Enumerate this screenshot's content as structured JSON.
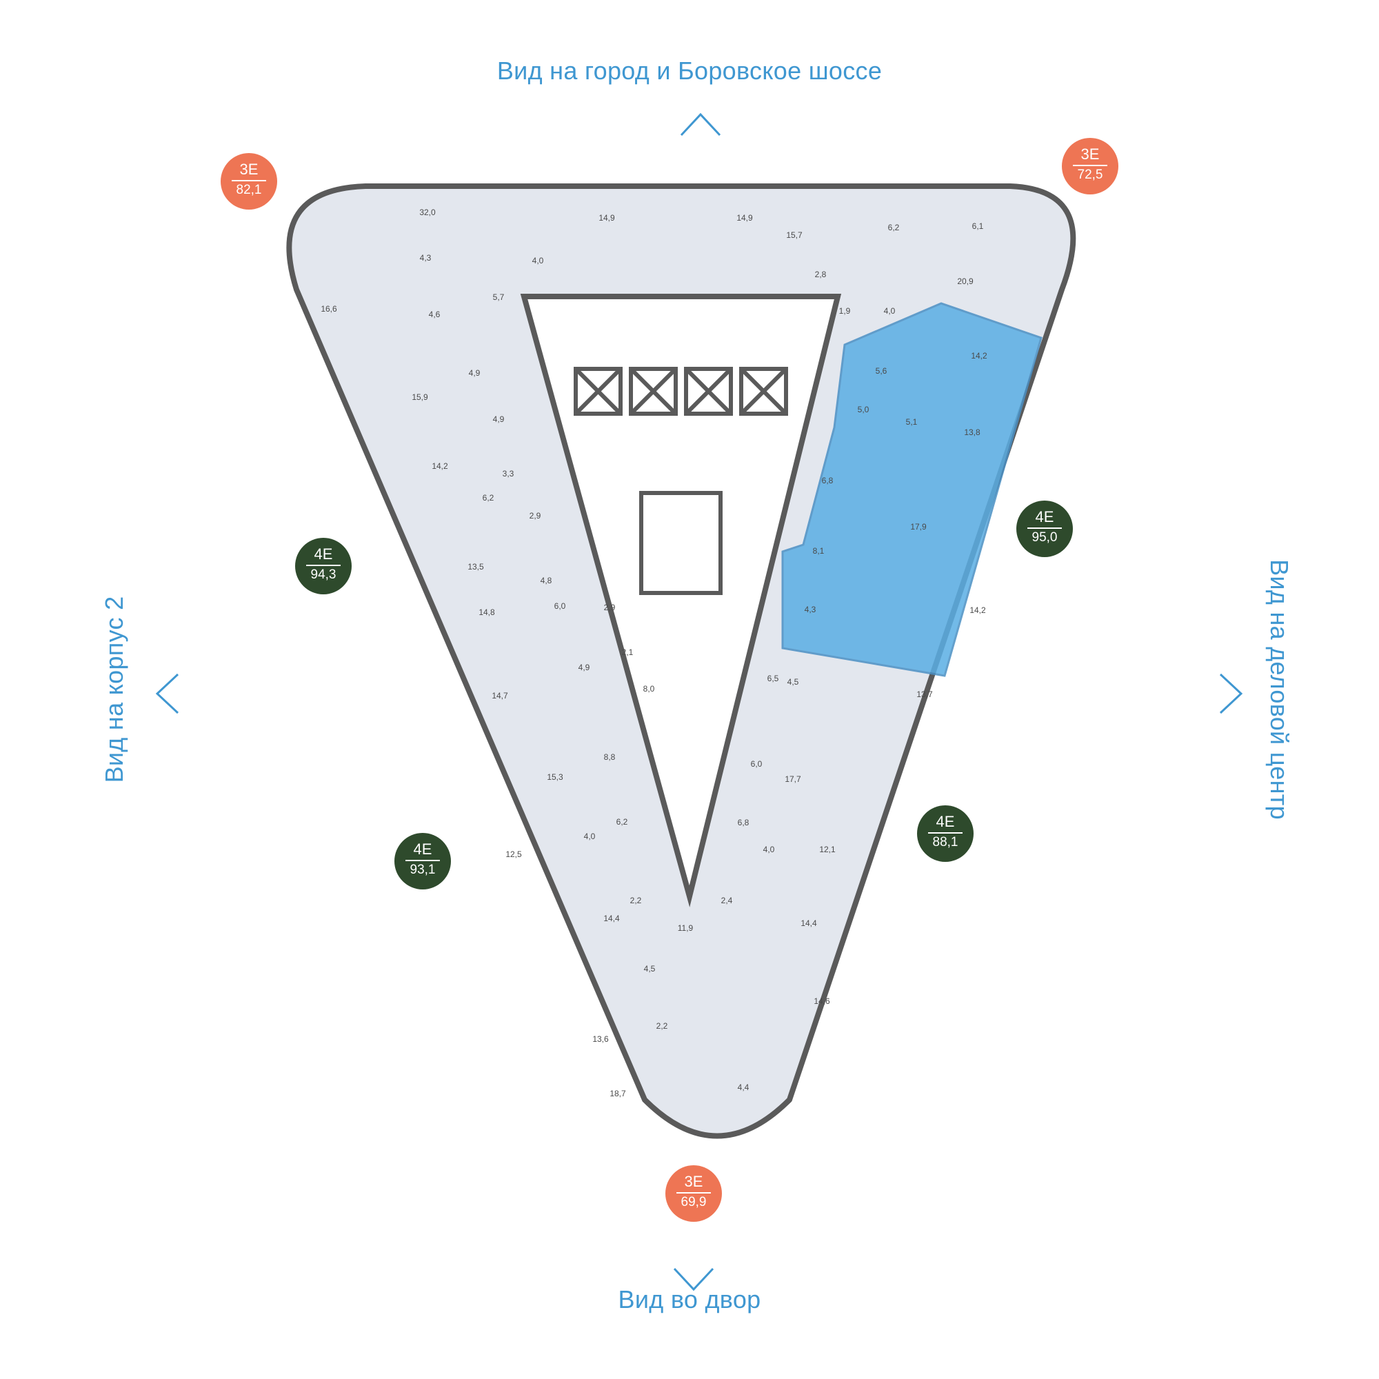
{
  "views": {
    "top": "Вид на город и Боровское шоссе",
    "bottom": "Вид во двор",
    "left": "Вид на корпус 2",
    "right": "Вид на деловой центр"
  },
  "colors": {
    "accent_blue": "#3f97d1",
    "badge_orange": "#ee7554",
    "badge_green": "#2e4a2c",
    "selected_unit": "#5aaee4",
    "floor_fill": "#e3e7ee",
    "wall": "#5a5a5a"
  },
  "icons": [
    "chevron-up-icon",
    "chevron-down-icon",
    "chevron-left-icon",
    "chevron-right-icon"
  ],
  "badges": [
    {
      "rooms": "3E",
      "area": "82,1",
      "color": "orange"
    },
    {
      "rooms": "3E",
      "area": "72,5",
      "color": "orange"
    },
    {
      "rooms": "4E",
      "area": "94,3",
      "color": "green"
    },
    {
      "rooms": "4E",
      "area": "95,0",
      "color": "green",
      "selected": true
    },
    {
      "rooms": "4E",
      "area": "93,1",
      "color": "green"
    },
    {
      "rooms": "4E",
      "area": "88,1",
      "color": "green"
    },
    {
      "rooms": "3E",
      "area": "69,9",
      "color": "orange"
    }
  ],
  "room_areas": [
    "32,0",
    "14,9",
    "14,9",
    "15,7",
    "6,2",
    "6,1",
    "4,3",
    "4,0",
    "2,8",
    "20,9",
    "16,6",
    "4,6",
    "5,7",
    "1,9",
    "4,0",
    "14,2",
    "5,6",
    "15,9",
    "4,9",
    "4,9",
    "5,0",
    "5,1",
    "13,8",
    "14,2",
    "3,3",
    "6,8",
    "6,2",
    "2,9",
    "17,9",
    "13,5",
    "4,8",
    "8,1",
    "6,0",
    "2,9",
    "14,2",
    "14,8",
    "4,3",
    "2,1",
    "4,9",
    "4,5",
    "14,7",
    "8,0",
    "6,5",
    "13,7",
    "8,8",
    "6,0",
    "15,3",
    "17,7",
    "6,2",
    "6,8",
    "4,0",
    "4,0",
    "12,1",
    "12,5",
    "2,2",
    "2,4",
    "11,9",
    "14,4",
    "14,4",
    "4,5",
    "2,2",
    "14,6",
    "13,6",
    "4,4",
    "18,7"
  ]
}
